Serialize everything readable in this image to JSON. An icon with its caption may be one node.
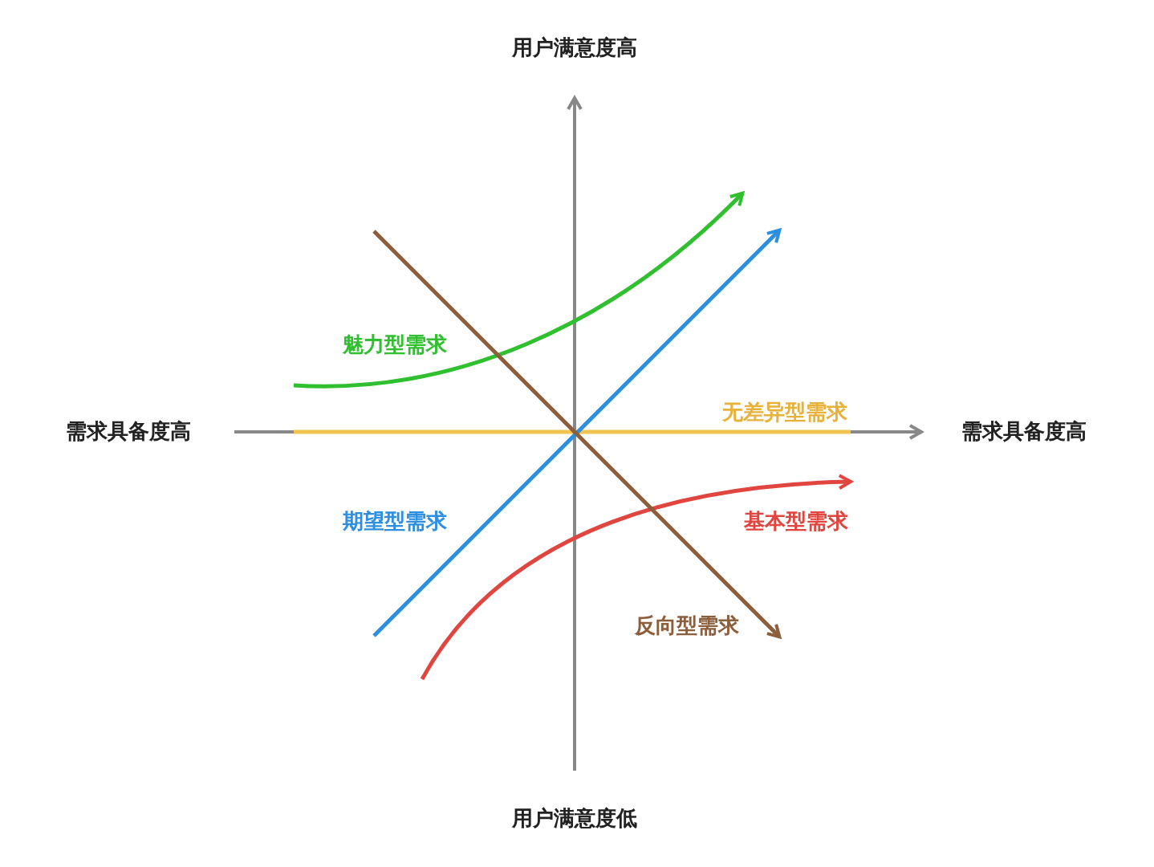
{
  "diagram": {
    "labels": [
      "用户满意度高",
      "魅力型需求",
      "需求具备度高",
      "无差异型需求",
      "需求具备度高",
      "期望型需求",
      "基本型需求",
      "反向型需求",
      "用户满意度低"
    ]
  }
}
